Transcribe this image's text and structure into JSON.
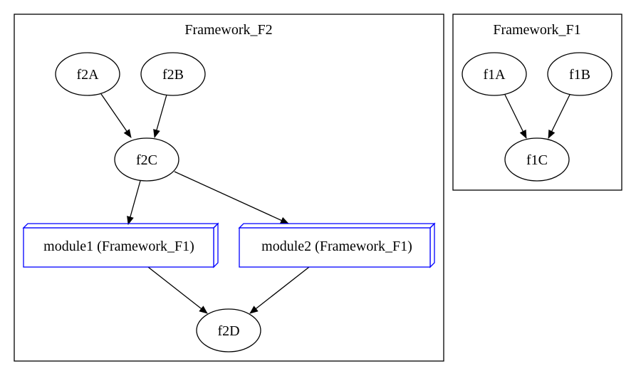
{
  "clusters": [
    {
      "id": "f2",
      "label": "Framework_F2"
    },
    {
      "id": "f1",
      "label": "Framework_F1"
    }
  ],
  "nodes": [
    {
      "id": "f2A",
      "label": "f2A",
      "shape": "ellipse"
    },
    {
      "id": "f2B",
      "label": "f2B",
      "shape": "ellipse"
    },
    {
      "id": "f2C",
      "label": "f2C",
      "shape": "ellipse"
    },
    {
      "id": "module1",
      "label": "module1 (Framework_F1)",
      "shape": "box3d"
    },
    {
      "id": "module2",
      "label": "module2 (Framework_F1)",
      "shape": "box3d"
    },
    {
      "id": "f2D",
      "label": "f2D",
      "shape": "ellipse"
    },
    {
      "id": "f1A",
      "label": "f1A",
      "shape": "ellipse"
    },
    {
      "id": "f1B",
      "label": "f1B",
      "shape": "ellipse"
    },
    {
      "id": "f1C",
      "label": "f1C",
      "shape": "ellipse"
    }
  ],
  "edges": [
    {
      "from": "f2A",
      "to": "f2C"
    },
    {
      "from": "f2B",
      "to": "f2C"
    },
    {
      "from": "f2C",
      "to": "module1"
    },
    {
      "from": "f2C",
      "to": "module2"
    },
    {
      "from": "module1",
      "to": "f2D"
    },
    {
      "from": "module2",
      "to": "f2D"
    },
    {
      "from": "f1A",
      "to": "f1C"
    },
    {
      "from": "f1B",
      "to": "f1C"
    }
  ],
  "colors": {
    "stroke": "#000000",
    "module_stroke": "#0000ff",
    "background": "#ffffff"
  }
}
